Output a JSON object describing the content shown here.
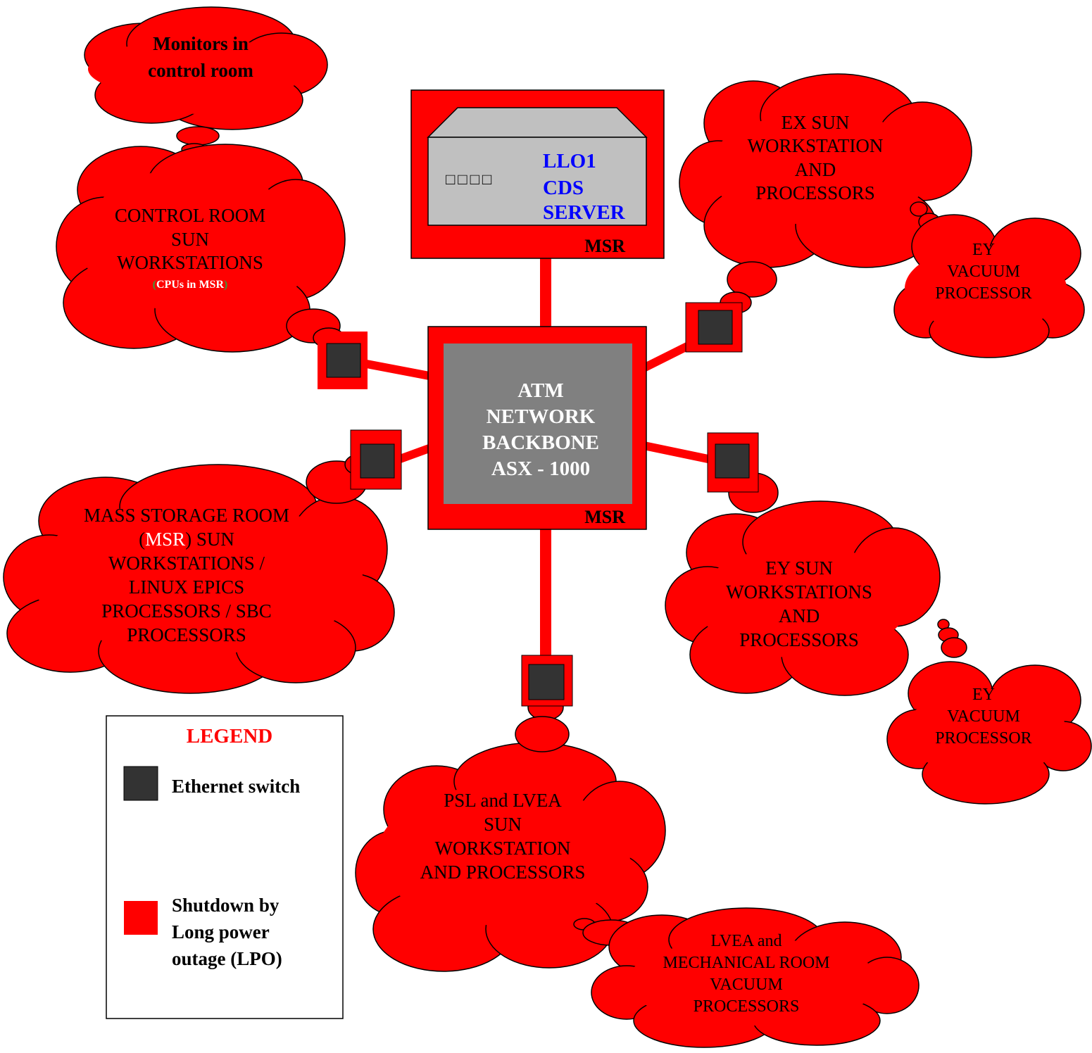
{
  "colors": {
    "lpo_red": "#ff0000",
    "switch_dark": "#333333",
    "atm_gray": "#808080",
    "server_gray": "#c0c0c0",
    "server_text_blue": "#0000ff"
  },
  "server": {
    "line1": "LLO1",
    "line2": "CDS",
    "line3": "SERVER",
    "leds": "□□□□",
    "room": "MSR"
  },
  "atm": {
    "line1": "ATM",
    "line2": "NETWORK",
    "line3": "BACKBONE",
    "line4": "ASX - 1000",
    "room": "MSR"
  },
  "clouds": {
    "monitors": {
      "line1": "Monitors in",
      "line2": "control room"
    },
    "control_room": {
      "line1": "CONTROL ROOM",
      "line2": "SUN",
      "line3": "WORKSTATIONS",
      "note_open": "(",
      "note_text": "CPUs in MSR",
      "note_close": ")"
    },
    "ex": {
      "line1": "EX SUN",
      "line2": "WORKSTATION",
      "line3": "AND",
      "line4": "PROCESSORS"
    },
    "ex_vacuum": {
      "line1": "EY",
      "line2": "VACUUM",
      "line3": "PROCESSOR"
    },
    "msr": {
      "line1": "MASS STORAGE ROOM",
      "line2_open": "(",
      "line2_msr": "MSR",
      "line2_rest": ") SUN",
      "line3": "WORKSTATIONS /",
      "line4": "LINUX EPICS",
      "line5": "PROCESSORS / SBC",
      "line6": "PROCESSORS"
    },
    "ey": {
      "line1": "EY SUN",
      "line2": "WORKSTATIONS",
      "line3": "AND",
      "line4": "PROCESSORS"
    },
    "ey_vacuum": {
      "line1": "EY",
      "line2": "VACUUM",
      "line3": "PROCESSOR"
    },
    "psl": {
      "line1": "PSL and LVEA",
      "line2": "SUN",
      "line3": "WORKSTATION",
      "line4": "AND PROCESSORS"
    },
    "lvea_vacuum": {
      "line1": "LVEA and",
      "line2": "MECHANICAL ROOM",
      "line3": "VACUUM",
      "line4": "PROCESSORS"
    }
  },
  "legend": {
    "title": "LEGEND",
    "switch_label": "Ethernet switch",
    "lpo_line1": "Shutdown by",
    "lpo_line2": "Long power",
    "lpo_line3": "outage (LPO)"
  }
}
